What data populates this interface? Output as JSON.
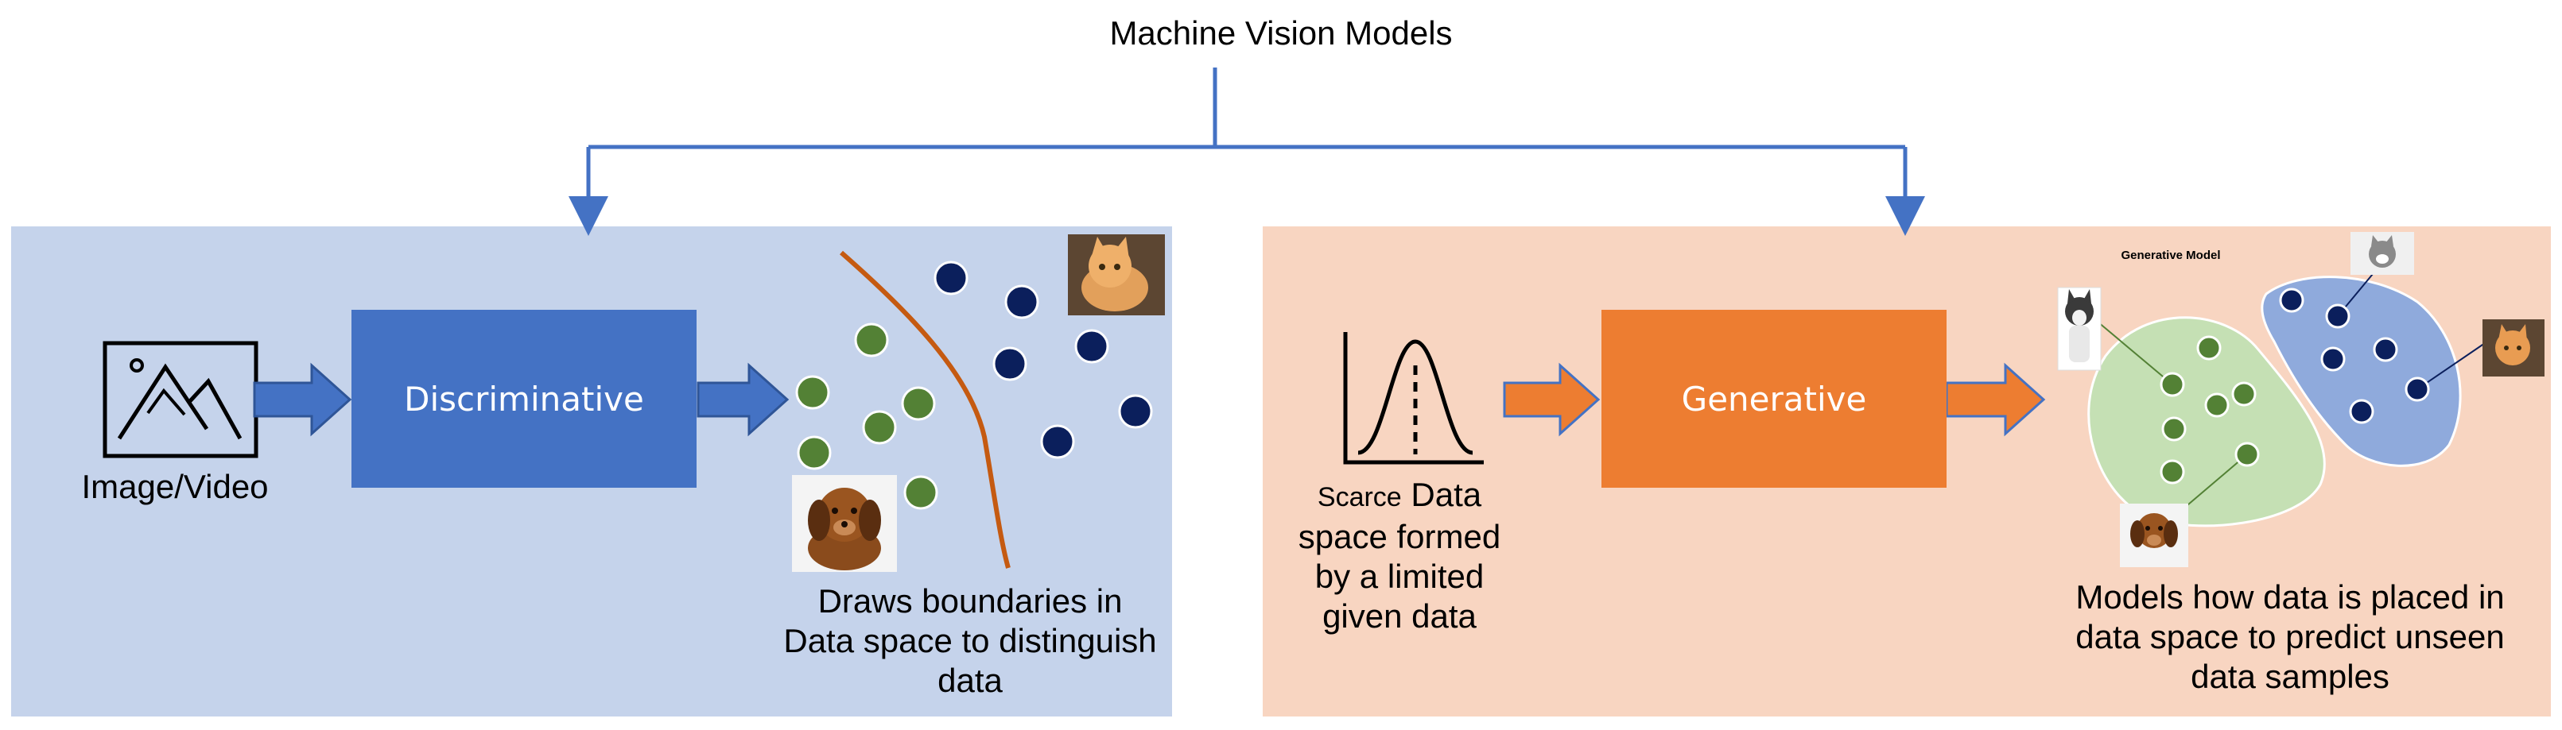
{
  "title": "Machine Vision Models",
  "discriminative": {
    "input_label": "Image/Video",
    "box_label": "Discriminative",
    "caption": "Draws boundaries in Data space to distinguish data"
  },
  "generative": {
    "input_word": "Scarce",
    "input_caption": "Data space formed by a limited given data",
    "box_label": "Generative",
    "model_label": "Generative Model",
    "caption": "Models how data is placed in data space to predict unseen data samples"
  },
  "colors": {
    "left_panel": "#c5d3eb",
    "right_panel": "#f8d5c1",
    "discriminative_box": "#4472c4",
    "generative_box": "#ed7d31",
    "green_dot": "#538135",
    "navy_dot": "#0b1f5c",
    "boundary": "#c55a11"
  },
  "icons": {
    "image_input": "mountain-image-icon",
    "distribution": "bell-curve-icon",
    "animals": [
      "puppy-photo",
      "kitten-photo",
      "husky-photo",
      "cat-photo"
    ]
  }
}
